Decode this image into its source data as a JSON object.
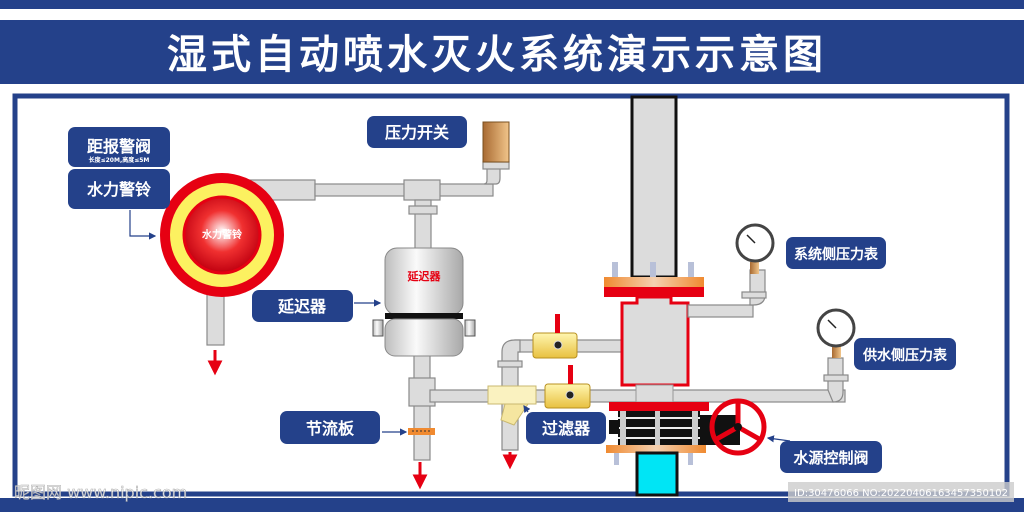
{
  "title": "湿式自动喷水灭火系统演示示意图",
  "labels": {
    "distance_to_alarm_valve": "距报警阀",
    "distance_note": "长度≤20M,高度≤5M",
    "water_bell": "水力警铃",
    "bell_inner": "水力警铃",
    "pressure_switch": "压力开关",
    "retarder": "延迟器",
    "retarder_inner": "延迟器",
    "orifice": "节流板",
    "strainer": "过滤器",
    "system_gauge": "系统侧压力表",
    "supply_gauge": "供水侧压力表",
    "control_valve": "水源控制阀"
  },
  "watermark": {
    "logo": "昵图网 www.nipic.com",
    "id": "ID:30476066 NO:20220406163457350102"
  },
  "colors": {
    "brand_blue": "#24418a",
    "red": "#e60012",
    "cyan": "#00e5f5"
  }
}
